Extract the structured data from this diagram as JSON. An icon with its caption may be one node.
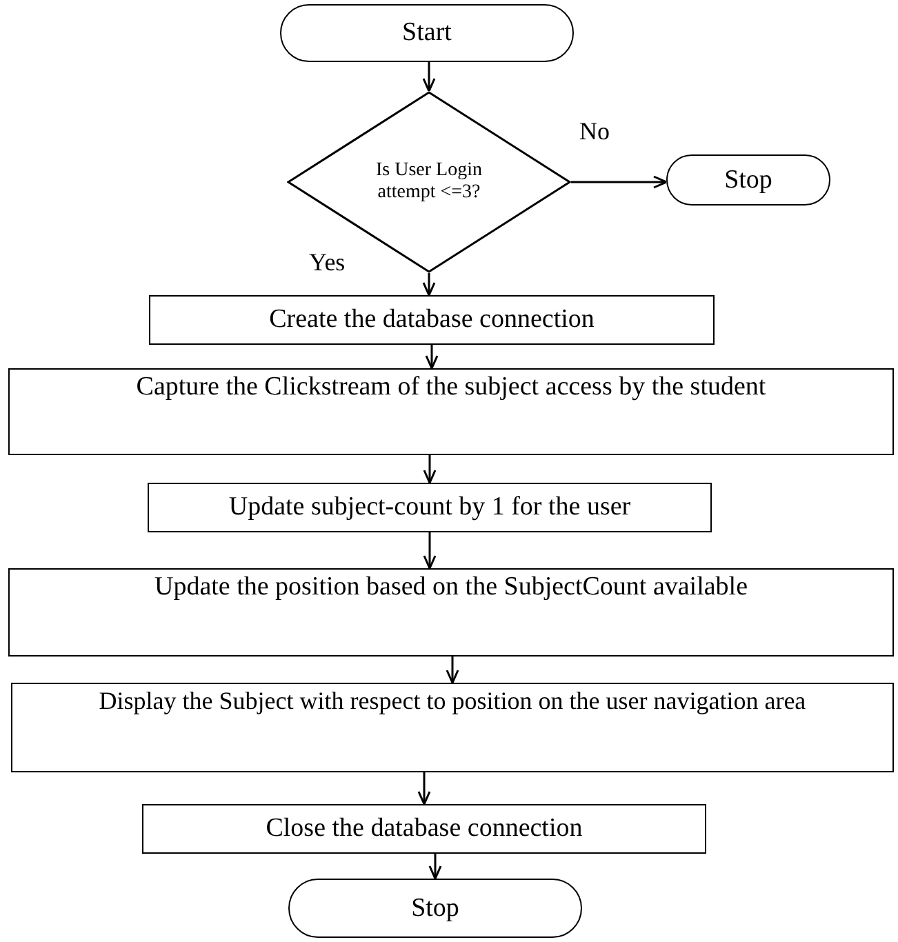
{
  "diagram": {
    "nodes": [
      {
        "text": [
          "Start"
        ]
      },
      {
        "text": [
          "Is User Login attempt <=3?"
        ]
      },
      {
        "text": [
          "Stop"
        ]
      },
      {
        "text": [
          "Create the database connection"
        ]
      },
      {
        "text": [
          "Capture the Clickstream of the subject access by the student"
        ]
      },
      {
        "text": [
          "Update subject-count by 1 for the user"
        ]
      },
      {
        "text": [
          "Update the position based on the SubjectCount available"
        ]
      },
      {
        "text": [
          "Display the Subject with respect to position on the user navigation area"
        ]
      },
      {
        "text": [
          "Close the database connection"
        ]
      },
      {
        "text": [
          "Stop"
        ]
      }
    ],
    "edges": [
      {
        "from": 0,
        "to": 1,
        "arrow": "to"
      },
      {
        "from": 1,
        "to": 2,
        "arrow": "to",
        "label": "No"
      },
      {
        "from": 1,
        "to": 3,
        "arrow": "to",
        "label": "Yes"
      },
      {
        "from": 3,
        "to": 4,
        "arrow": "to"
      },
      {
        "from": 4,
        "to": 5,
        "arrow": "to"
      },
      {
        "from": 5,
        "to": 6,
        "arrow": "to"
      },
      {
        "from": 6,
        "to": 7,
        "arrow": "to"
      },
      {
        "from": 7,
        "to": 8,
        "arrow": "to"
      },
      {
        "from": 8,
        "to": 9,
        "arrow": "to"
      }
    ]
  }
}
